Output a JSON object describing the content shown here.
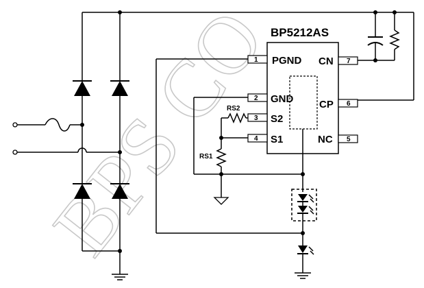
{
  "chip": {
    "name": "BP5212AS",
    "pins": [
      {
        "num": "1",
        "label": "PGND"
      },
      {
        "num": "2",
        "label": "GND"
      },
      {
        "num": "3",
        "label": "S2"
      },
      {
        "num": "4",
        "label": "S1"
      },
      {
        "num": "5",
        "label": "NC"
      },
      {
        "num": "6",
        "label": "CP"
      },
      {
        "num": "7",
        "label": "CN"
      }
    ]
  },
  "resistors": {
    "rs1": "RS1",
    "rs2": "RS2"
  },
  "watermark": "BPS CO",
  "colors": {
    "line": "#000000",
    "watermark": "#c8c8c8"
  }
}
